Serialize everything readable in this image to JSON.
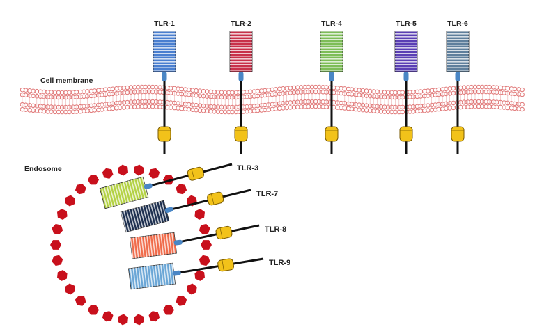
{
  "labels": {
    "cell_membrane": "Cell membrane",
    "endosome": "Endosome"
  },
  "surface_receptors": [
    {
      "name": "TLR-1",
      "color": "#4a7fd0"
    },
    {
      "name": "TLR-2",
      "color": "#c8314a"
    },
    {
      "name": "TLR-4",
      "color": "#7dbd57"
    },
    {
      "name": "TLR-5",
      "color": "#5a3fb4"
    },
    {
      "name": "TLR-6",
      "color": "#5f7f9c"
    }
  ],
  "endosomal_receptors": [
    {
      "name": "TLR-3",
      "color": "#b3d143"
    },
    {
      "name": "TLR-7",
      "color": "#1d2f4f"
    },
    {
      "name": "TLR-8",
      "color": "#f06b4a"
    },
    {
      "name": "TLR-9",
      "color": "#6aa6d6"
    }
  ],
  "colors": {
    "membrane": "#e07777",
    "endosome_bead": "#c8101c",
    "tir_domain": "#f2c21a",
    "linker": "#4a86c5",
    "stalk": "#111111"
  }
}
